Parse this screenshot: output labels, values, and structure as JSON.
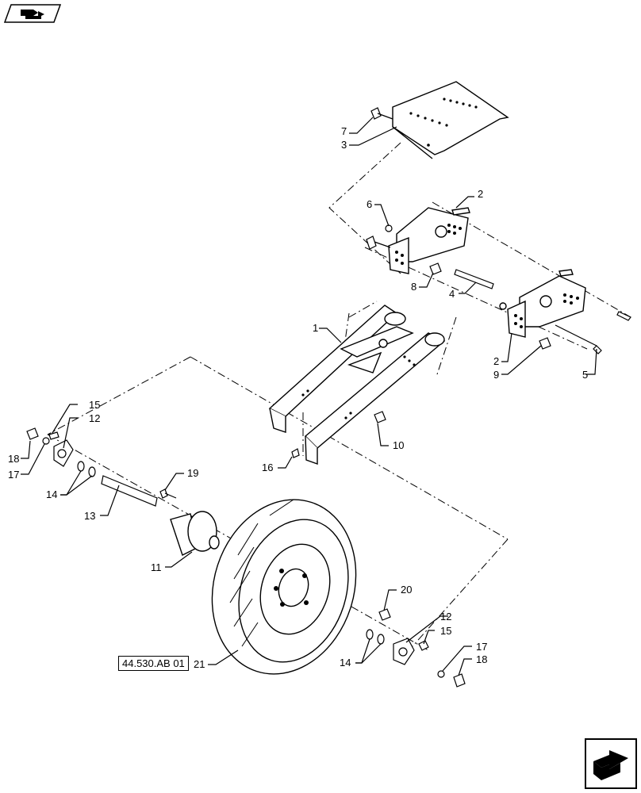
{
  "reference_link": "44.530.AB 01",
  "callouts": {
    "c1": "1",
    "c2a": "2",
    "c2b": "2",
    "c3": "3",
    "c4": "4",
    "c5": "5",
    "c6": "6",
    "c7": "7",
    "c8": "8",
    "c9": "9",
    "c10": "10",
    "c11": "11",
    "c12a": "12",
    "c12b": "12",
    "c13": "13",
    "c14a": "14",
    "c14b": "14",
    "c15a": "15",
    "c15b": "15",
    "c16": "16",
    "c17a": "17",
    "c17b": "17",
    "c18a": "18",
    "c18b": "18",
    "c19": "19",
    "c20": "20",
    "c21": "21"
  },
  "icons": {
    "top_left": "previous-page-icon",
    "bottom_right": "next-page-icon"
  }
}
